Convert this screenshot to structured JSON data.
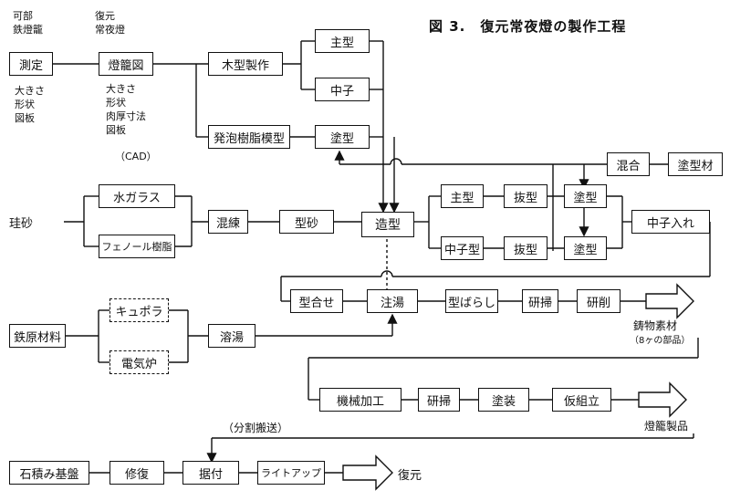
{
  "title": "図 3.　復元常夜燈の製作工程",
  "labels": {
    "top_left": [
      "可部",
      "鉄燈籠"
    ],
    "top_mid": [
      "復元",
      "常夜燈"
    ],
    "measure_notes": [
      "大きさ",
      "形状",
      "図板"
    ],
    "drawing_notes": [
      "大きさ",
      "形状",
      "肉厚寸法",
      "図板"
    ],
    "cad": "（CAD）",
    "bunkatsu": "（分割搬送）"
  },
  "boxes": {
    "sokutei": "測定",
    "tourouzu": "燈籠図",
    "mokukei": "木型製作",
    "omogata": "主型",
    "nakago_top": "中子",
    "happo": "発泡樹脂模型",
    "tokei_top": "塗型",
    "kongo": "混合",
    "tokeizai": "塗型材",
    "keisha": "珪砂",
    "mizugarasu": "水ガラス",
    "phenol": "フェノール樹脂",
    "konren": "混練",
    "katasuna": "型砂",
    "zoukei": "造型",
    "omogata2": "主型",
    "nukigata1": "抜型",
    "tokei1": "塗型",
    "nakagogata": "中子型",
    "nukigata2": "抜型",
    "tokei2": "塗型",
    "nakagoire": "中子入れ",
    "katagase": "型合せ",
    "chuto": "注湯",
    "katabarashi": "型ばらし",
    "kensou": "研掃",
    "kensaku": "研削",
    "tetsugen": "鉄原材料",
    "cupola": "キュポラ",
    "denkiro": "電気炉",
    "yoto": "溶湯",
    "kikai": "機械加工",
    "kensou2": "研掃",
    "tosou": "塗装",
    "karikumi": "仮組立",
    "sekihi": "石積み基盤",
    "shufuku": "修復",
    "suetsuke": "据付",
    "lightup": "ライトアップ"
  },
  "arrow_labels": {
    "chutetsu": "鋳物素材",
    "chutetsu_sub": "（8ヶの部品）",
    "tourou_seihin": "燈籠製品",
    "fukugen": "復元"
  }
}
